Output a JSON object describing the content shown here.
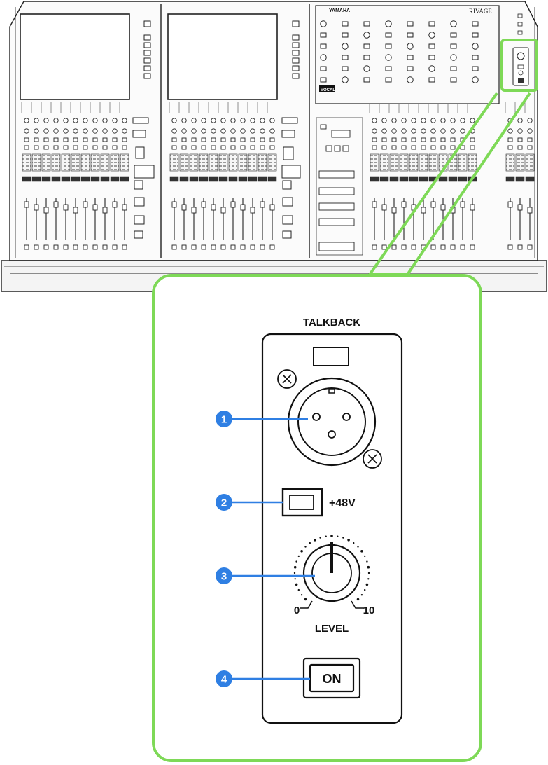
{
  "brand": "YAMAHA",
  "model": "RIVAGE",
  "vocal_key": "VOCAL",
  "panel": {
    "title": "TALKBACK",
    "phantom_label": "+48V",
    "level_label": "LEVEL",
    "level_min": "0",
    "level_max": "10",
    "on_label": "ON"
  },
  "callouts": [
    "1",
    "2",
    "3",
    "4"
  ],
  "colors": {
    "highlight": "#7ed957",
    "badge": "#2f7fe3",
    "console_line": "#222222"
  }
}
